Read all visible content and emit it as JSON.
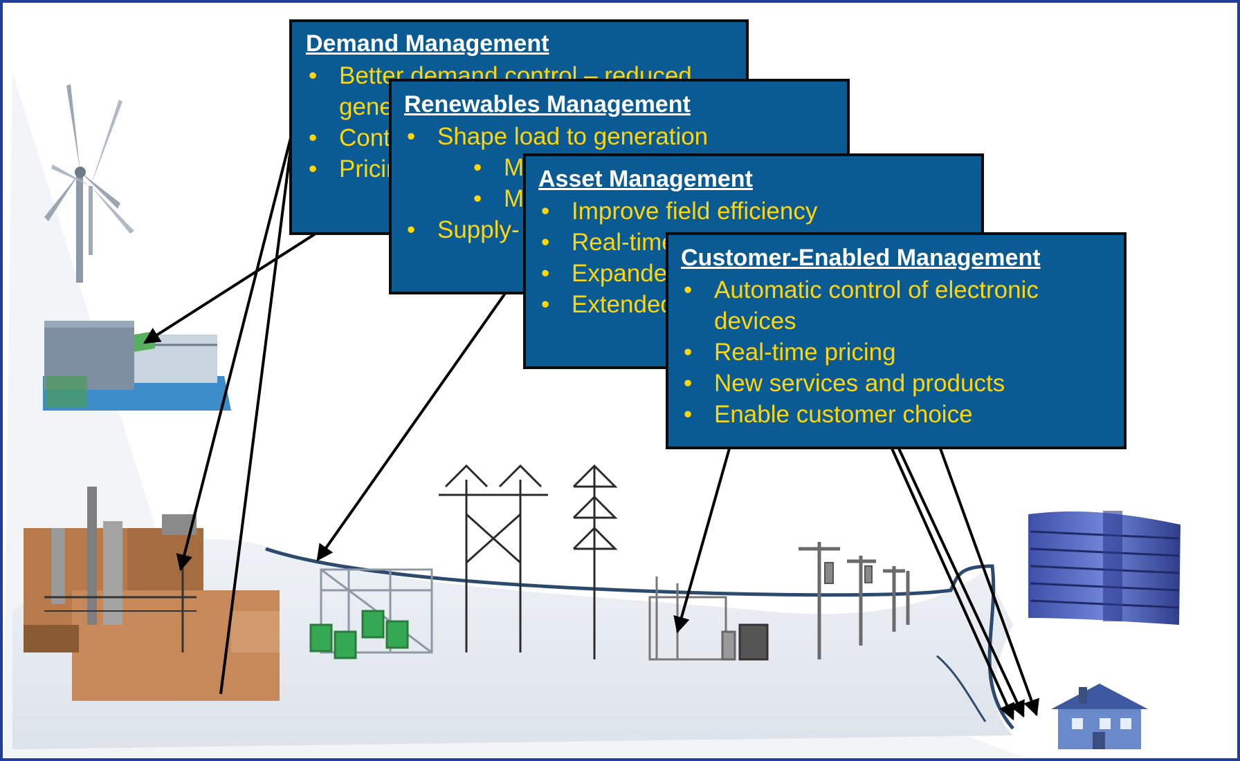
{
  "boxes": [
    {
      "title": "Demand Management",
      "items": [
        "Better demand control – reduced generation",
        "Control",
        "Pricing"
      ]
    },
    {
      "title": "Renewables Management",
      "items": [
        "Shape load to generation",
        "M",
        "M",
        "Supply-"
      ]
    },
    {
      "title": "Asset Management",
      "items": [
        "Improve field efficiency",
        "Real-time",
        "Expanded",
        "Extended"
      ]
    },
    {
      "title": "Customer-Enabled Management",
      "items": [
        "Automatic control of electronic devices",
        "Real-time pricing",
        "New services and products",
        "Enable customer choice"
      ]
    }
  ],
  "colors": {
    "frame_border": "#1f3f9a",
    "box_fill": "#0a5a94",
    "title_text": "#ffffff",
    "bullet_text": "#ffd60a",
    "power_line": "#2c4a6e"
  },
  "icons": [
    "wind-turbine-icon",
    "hydro-dam-icon",
    "power-plant-icon",
    "substation-icon",
    "transmission-tower-icon",
    "distribution-substation-icon",
    "utility-pole-icon",
    "office-building-icon",
    "house-icon"
  ]
}
